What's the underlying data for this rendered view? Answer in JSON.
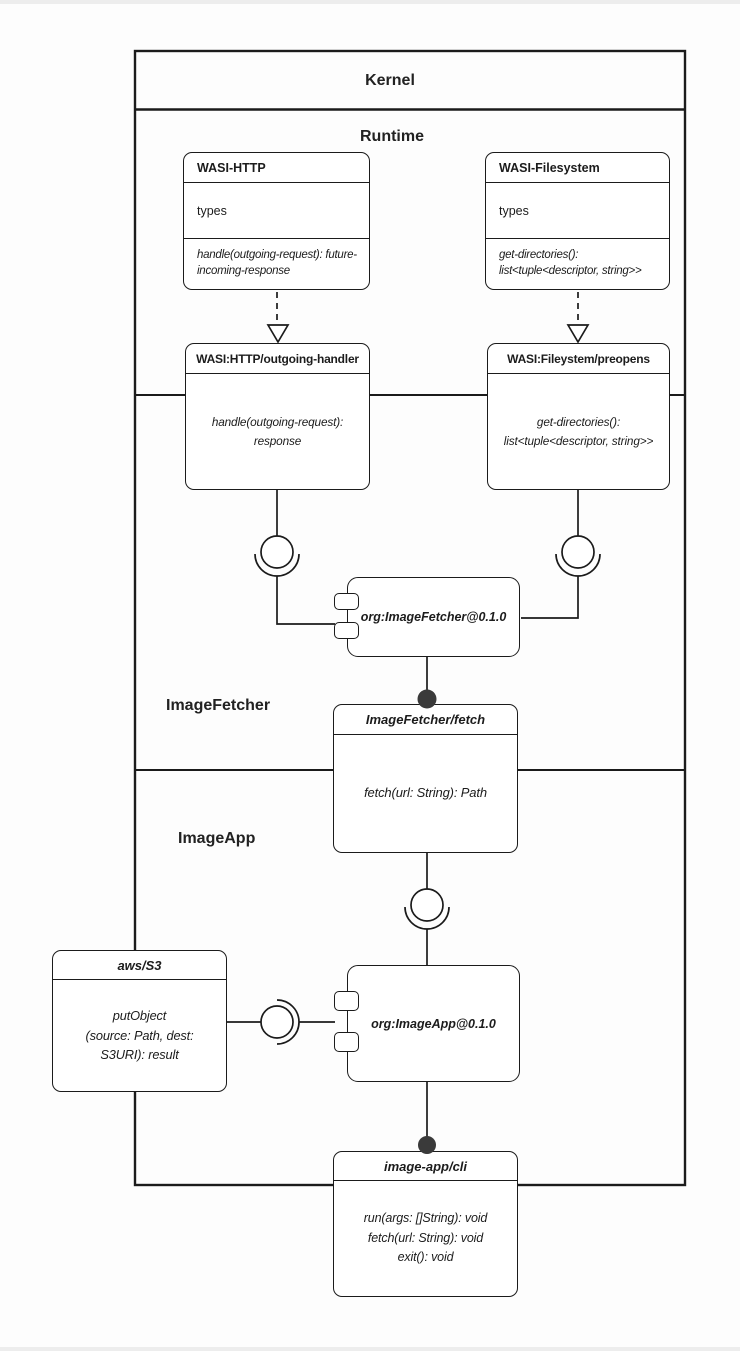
{
  "colors": {
    "stroke": "#1b1b1b",
    "node_fill": "#ffffff",
    "ball_fill": "#3a3a3a",
    "background": "#fdfdfd"
  },
  "kernel": {
    "title": "Kernel"
  },
  "regions": {
    "runtime": "Runtime",
    "imagefetcher": "ImageFetcher",
    "imageapp": "ImageApp"
  },
  "nodes": {
    "wasi_http": {
      "title": "WASI-HTTP",
      "types_label": "types",
      "method_lines": [
        "handle(outgoing-request): future-",
        "incoming-response"
      ]
    },
    "wasi_filesystem": {
      "title": "WASI-Filesystem",
      "types_label": "types",
      "method_lines": [
        "get-directories():",
        "list<tuple<descriptor, string>>"
      ]
    },
    "outgoing_handler": {
      "title": "WASI:HTTP/outgoing-handler",
      "body_lines": [
        "handle(outgoing-request):",
        "response"
      ]
    },
    "preopens": {
      "title": "WASI:Fileystem/preopens",
      "body_lines": [
        "get-directories():",
        "list<tuple<descriptor, string>>"
      ]
    },
    "imagefetcher_component": {
      "label": "org:ImageFetcher@0.1.0"
    },
    "fetch_interface": {
      "title": "ImageFetcher/fetch",
      "body_lines": [
        "fetch(url: String): Path"
      ]
    },
    "aws_s3": {
      "title": "aws/S3",
      "body_lines": [
        "putObject",
        "(source: Path, dest:",
        "S3URI): result"
      ]
    },
    "imageapp_component": {
      "label": "org:ImageApp@0.1.0"
    },
    "cli": {
      "title": "image-app/cli",
      "body_lines": [
        "run(args: []String): void",
        "fetch(url: String): void",
        "exit(): void"
      ]
    }
  }
}
